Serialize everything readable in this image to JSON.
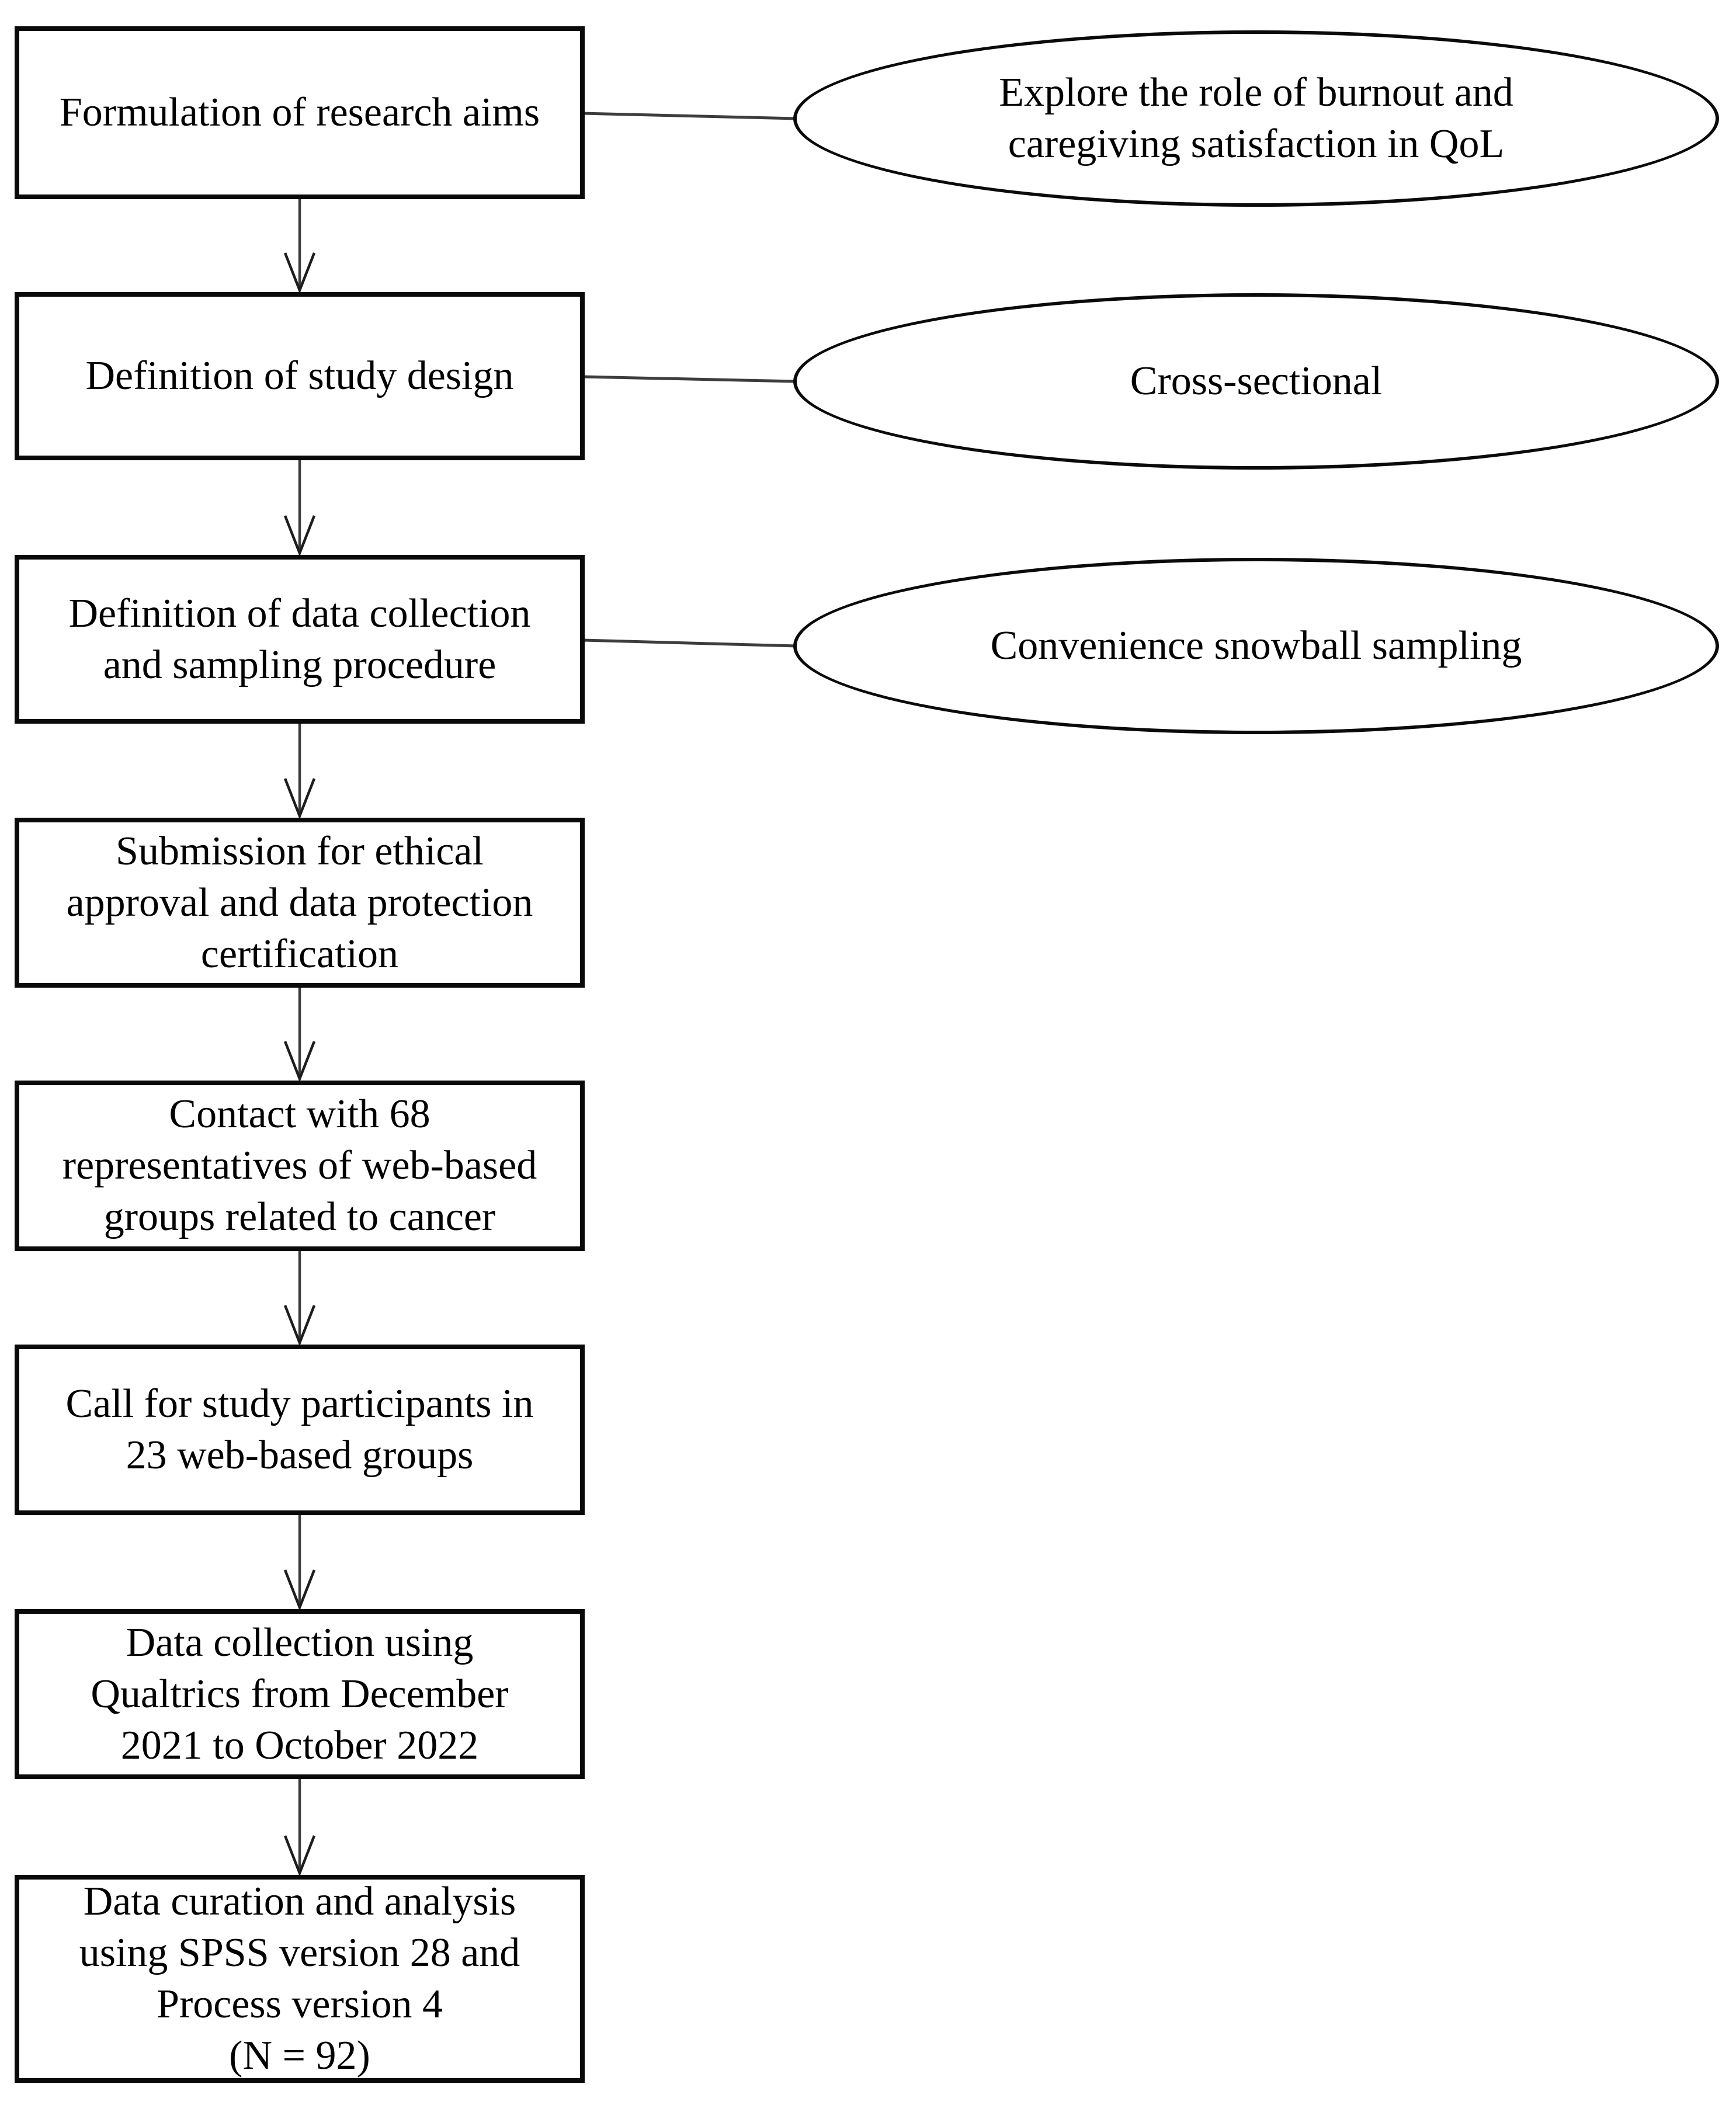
{
  "diagram": {
    "type": "flowchart",
    "colors": {
      "shape_stroke": "#0a0a0a",
      "connector_stroke": "#3d3d3d",
      "background": "#ffffff",
      "text": "#000000"
    },
    "boxes": [
      {
        "label": "Formulation of research aims"
      },
      {
        "label": "Definition of study design"
      },
      {
        "label": "Definition of data collection\nand sampling procedure"
      },
      {
        "label": "Submission for ethical\napproval and data protection\ncertification"
      },
      {
        "label": "Contact with 68\nrepresentatives of web-based\ngroups related to cancer"
      },
      {
        "label": "Call for study participants in\n23 web-based groups"
      },
      {
        "label": "Data collection using\nQualtrics from December\n2021 to October 2022"
      },
      {
        "label": "Data curation and analysis\nusing SPSS version 28 and\nProcess version 4\n(N = 92)"
      }
    ],
    "ellipses": [
      {
        "label": "Explore the role of burnout and\ncaregiving satisfaction in QoL"
      },
      {
        "label": "Cross-sectional"
      },
      {
        "label": "Convenience snowball sampling"
      }
    ],
    "connections": [
      {
        "from": "box-1",
        "to": "ellipse-1",
        "style": "plain-line"
      },
      {
        "from": "box-2",
        "to": "ellipse-2",
        "style": "plain-line"
      },
      {
        "from": "box-3",
        "to": "ellipse-3",
        "style": "plain-line"
      },
      {
        "from": "box-1",
        "to": "box-2",
        "style": "arrow"
      },
      {
        "from": "box-2",
        "to": "box-3",
        "style": "arrow"
      },
      {
        "from": "box-3",
        "to": "box-4",
        "style": "arrow"
      },
      {
        "from": "box-4",
        "to": "box-5",
        "style": "arrow"
      },
      {
        "from": "box-5",
        "to": "box-6",
        "style": "arrow"
      },
      {
        "from": "box-6",
        "to": "box-7",
        "style": "arrow"
      },
      {
        "from": "box-7",
        "to": "box-8",
        "style": "arrow"
      }
    ]
  }
}
